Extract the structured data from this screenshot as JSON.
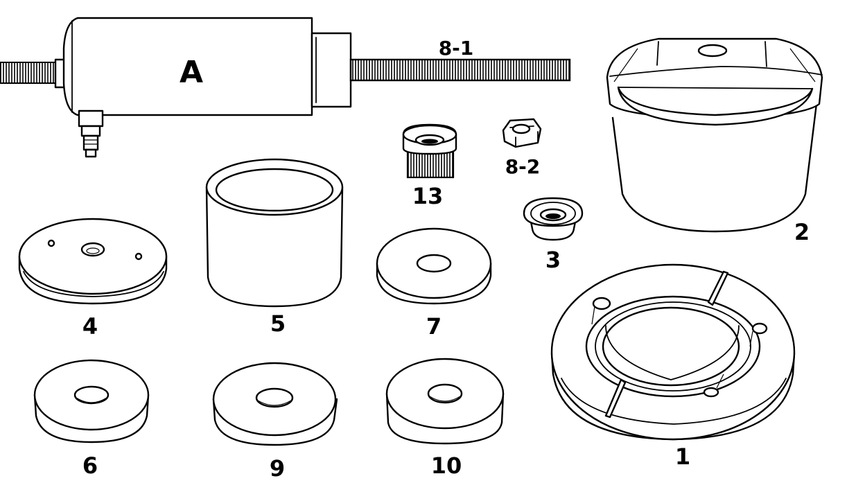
{
  "diagram": {
    "labels": {
      "A": "A",
      "rod": "8-1",
      "nut": "8-2",
      "adapter": "13",
      "p1": "1",
      "p2": "2",
      "p3": "3",
      "p4": "4",
      "p5": "5",
      "p6": "6",
      "p7": "7",
      "p9": "9",
      "p10": "10"
    },
    "colors": {
      "ink": "#000000",
      "paper": "#ffffff"
    }
  }
}
